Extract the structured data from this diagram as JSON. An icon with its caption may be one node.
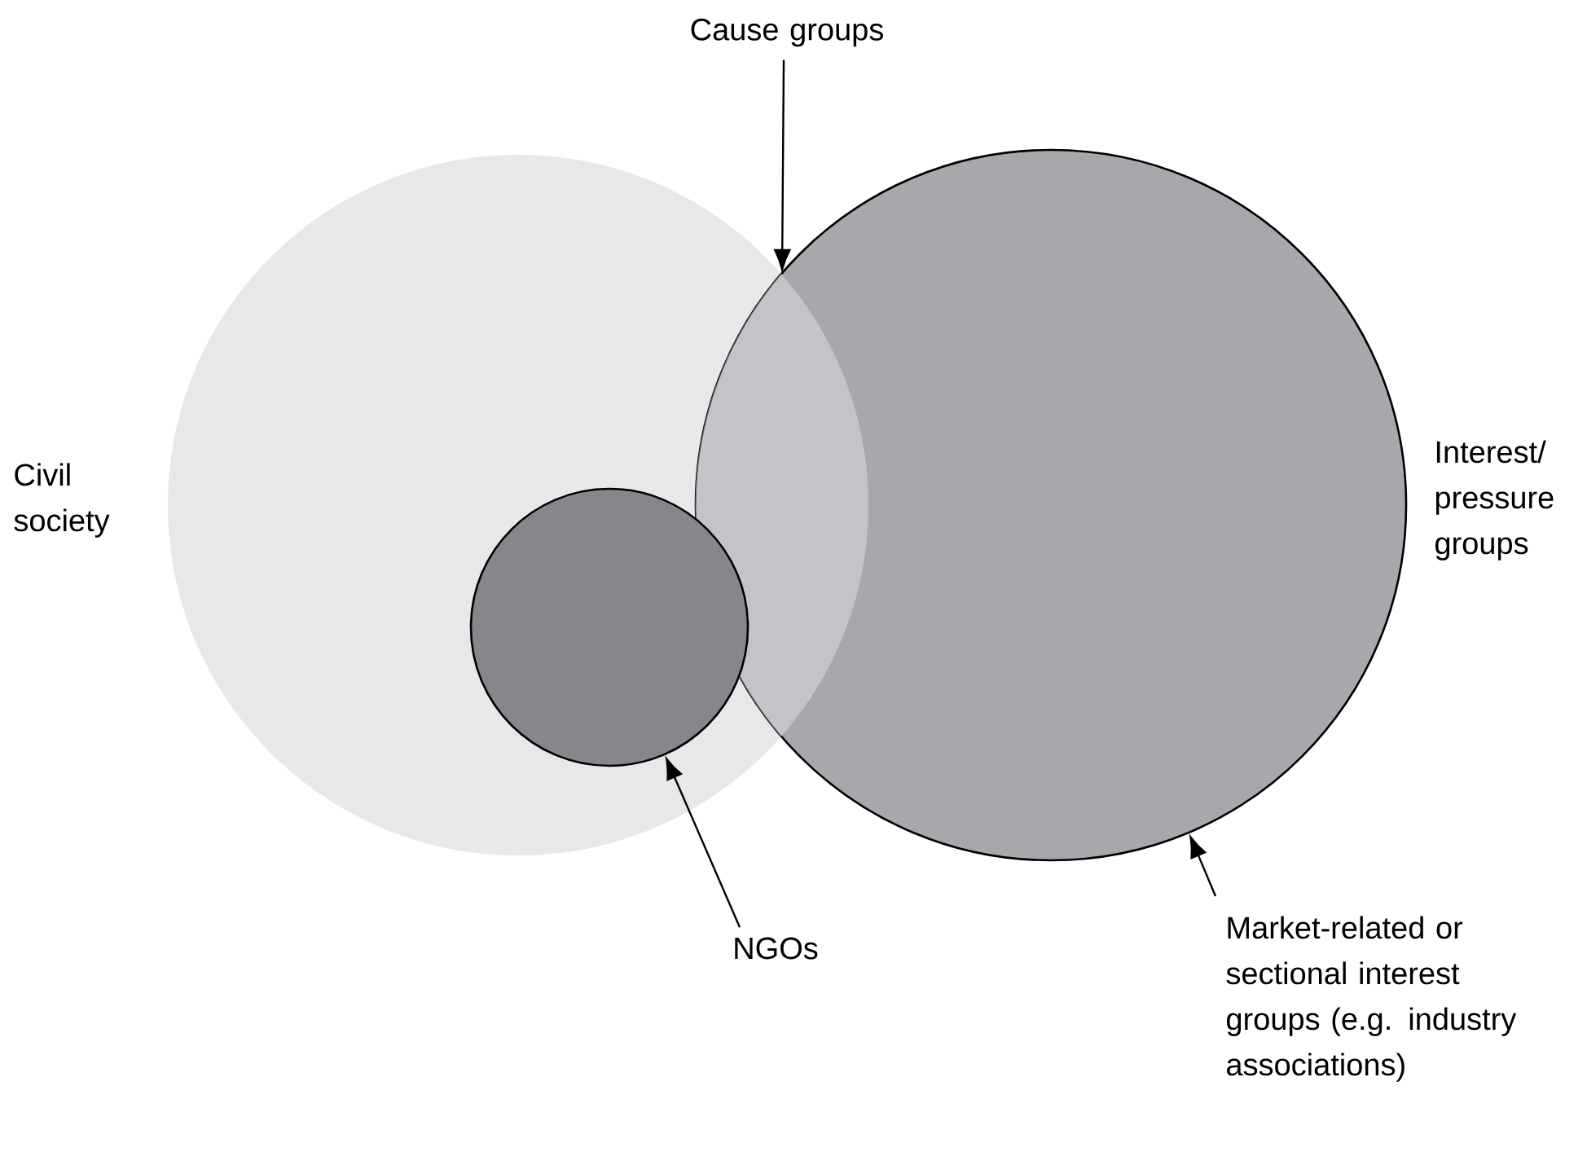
{
  "diagram": {
    "nodes": [
      {
        "text": [
          "Civil society"
        ]
      },
      {
        "text": [
          "Interest/ pressure groups"
        ]
      },
      {
        "text": [],
        "shape": "lens"
      },
      {
        "text": [],
        "shape": "circle",
        "in": 0
      },
      {
        "text": [
          "Cause groups"
        ]
      },
      {
        "text": [
          "NGOs"
        ]
      },
      {
        "text": [
          "Market-related or sectional interest groups (e.g. industry associations)"
        ]
      }
    ],
    "edges": [
      {
        "from": 4,
        "to": 2,
        "arrow": "to"
      },
      {
        "from": 5,
        "to": 3,
        "arrow": "to"
      },
      {
        "from": 6,
        "to": 1,
        "arrow": "to"
      }
    ]
  }
}
